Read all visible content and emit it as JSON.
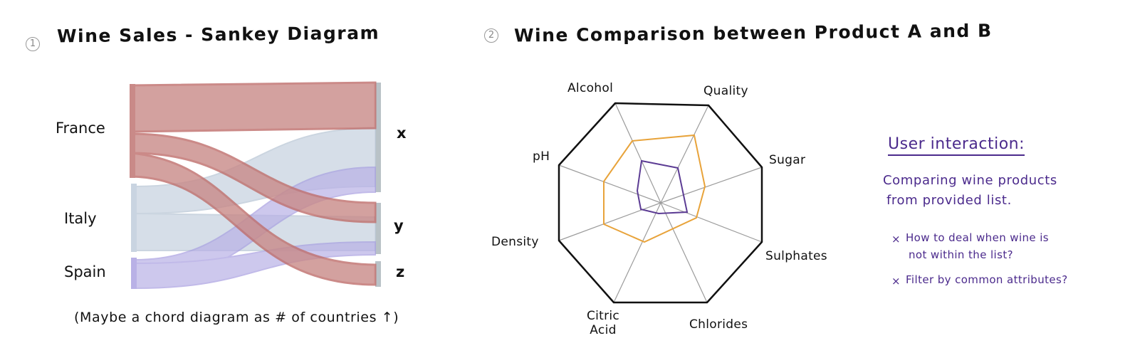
{
  "section1": {
    "number": "1",
    "title": "Wine Sales - Sankey Diagram",
    "sources": [
      {
        "label": "France",
        "color": "#c98a88"
      },
      {
        "label": "Italy",
        "color": "#c9d4e1"
      },
      {
        "label": "Spain",
        "color": "#b9b1e6"
      }
    ],
    "targets": [
      "x",
      "y",
      "z"
    ],
    "note": "(Maybe a chord diagram as # of countries ↑)"
  },
  "section2": {
    "number": "2",
    "title": "Wine Comparison between Product A and B",
    "axes": [
      "Alcohol",
      "Quality",
      "Sugar",
      "Sulphates",
      "Chlorides",
      "Citric Acid",
      "Density",
      "pH"
    ],
    "product_a_color": "#e8a33a",
    "product_b_color": "#5c3c94"
  },
  "user_interaction": {
    "heading": "User interaction:",
    "line1": "Comparing wine products",
    "line2": "from provided list.",
    "bullet1_line1": "How to deal when wine is",
    "bullet1_line2": "not within the list?",
    "bullet2": "Filter by common attributes?"
  }
}
